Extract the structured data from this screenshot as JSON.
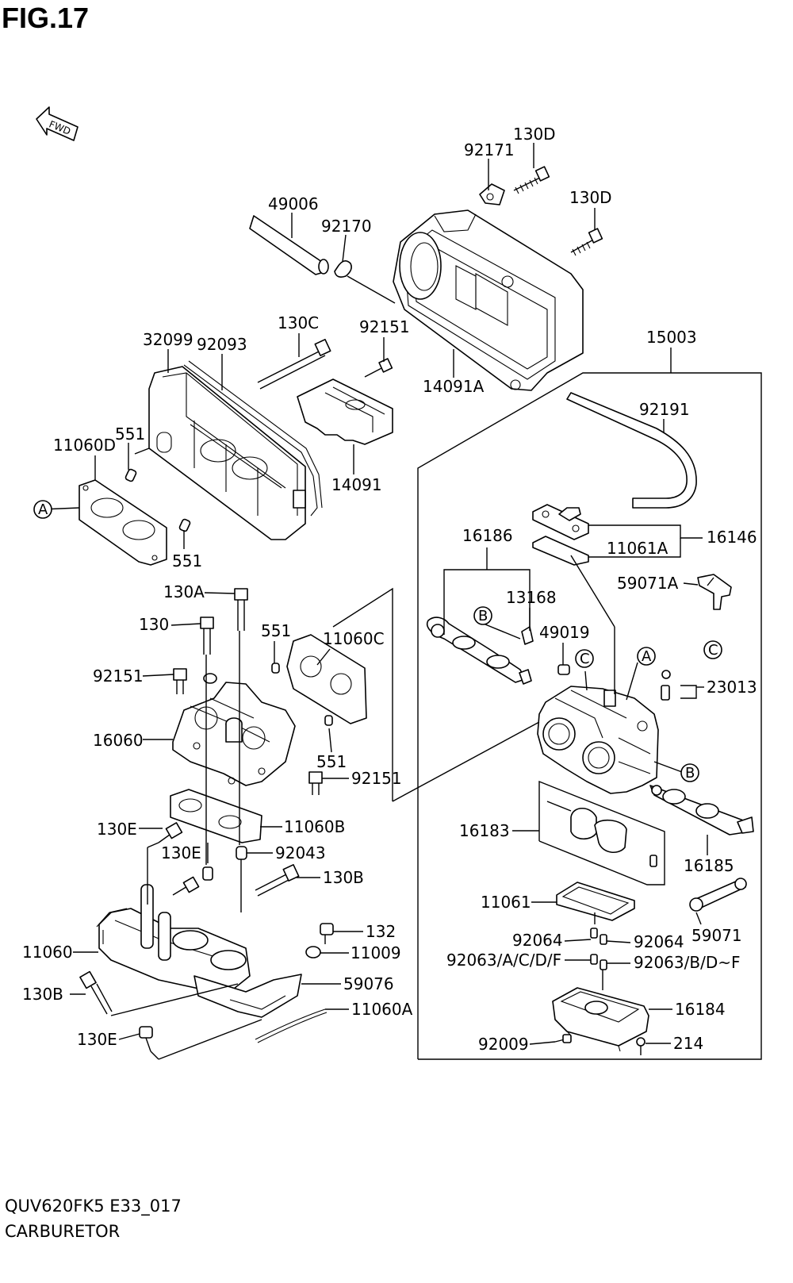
{
  "figure": {
    "title": "FIG.17",
    "footer_code": "QUV620FK5 E33_017",
    "footer_name": "CARBURETOR",
    "fwd_label": "FWD"
  },
  "labels": {
    "p49006": "49006",
    "p92170": "92170",
    "p92171": "92171",
    "p130D_top": "130D",
    "p130D_mid": "130D",
    "p32099": "32099",
    "p92093": "92093",
    "p130C": "130C",
    "p92151_top": "92151",
    "p14091A": "14091A",
    "p14091": "14091",
    "p15003": "15003",
    "p11060D": "11060D",
    "p551_a": "551",
    "p551_b": "551",
    "p92191": "92191",
    "p16146": "16146",
    "p11061A": "11061A",
    "p16186": "16186",
    "p59071A": "59071A",
    "p13168": "13168",
    "p49019": "49019",
    "p130A": "130A",
    "p130": "130",
    "p551_c": "551",
    "p11060C": "11060C",
    "p92151_mid": "92151",
    "p23013": "23013",
    "p16060": "16060",
    "p551_d": "551",
    "p92151_low": "92151",
    "p130E_a": "130E",
    "p11060B": "11060B",
    "p130E_b": "130E",
    "p92043": "92043",
    "p130B_a": "130B",
    "p16183": "16183",
    "p16185": "16185",
    "p11061": "11061",
    "p59071": "59071",
    "p132": "132",
    "p11060": "11060",
    "p11009": "11009",
    "p92064_a": "92064",
    "p92064_b": "92064",
    "p92063_a": "92063/A/C/D/F",
    "p92063_b": "92063/B/D~F",
    "p59076": "59076",
    "p130B_b": "130B",
    "p11060A": "11060A",
    "p16184": "16184",
    "p130E_c": "130E",
    "p92009": "92009",
    "p214": "214"
  },
  "callouts": {
    "A_left": "A",
    "A_right": "A",
    "B_left": "B",
    "B_right": "B",
    "C_top": "C",
    "C_right": "C"
  }
}
